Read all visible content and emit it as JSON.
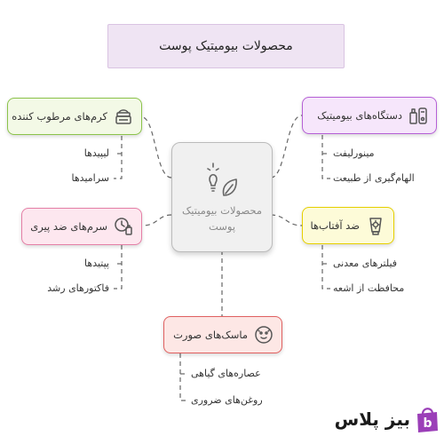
{
  "title": "محصولات بیومیتیک پوست",
  "center": {
    "label": "محصولات بیومیتیک پوست",
    "icon": "lightbulb-leaf-icon"
  },
  "nodes": {
    "moisturizers": {
      "label": "کرم‌های مرطوب کننده",
      "icon": "cream-jar-icon",
      "color": "#8bc34a",
      "items": [
        "لیپیدها",
        "سرامیدها"
      ]
    },
    "anti_aging_serums": {
      "label": "سرم‌های ضد پیری",
      "icon": "serum-bottle-icon",
      "color": "#e57fa6",
      "items": [
        "پپتیدها",
        "فاکتورهای رشد"
      ]
    },
    "face_masks": {
      "label": "ماسک‌های صورت",
      "icon": "face-mask-icon",
      "color": "#e06060",
      "items": [
        "عصاره‌های گیاهی",
        "روغن‌های ضروری"
      ]
    },
    "biomimetic_devices": {
      "label": "دستگاه‌های بیومیتیک",
      "icon": "device-icon",
      "color": "#b55fd6",
      "items": [
        "مینورلیفت",
        "الهام‌گیری از طبیعت"
      ]
    },
    "sunscreens": {
      "label": "ضد آفتاب‌ها",
      "icon": "sunscreen-tube-icon",
      "color": "#e6d000",
      "items": [
        "فیلترهای معدنی",
        "محافظت از اشعه"
      ]
    }
  },
  "brand": {
    "text": "بیز پلاس",
    "icon": "shopping-bag-icon",
    "color": "#9b3fb8"
  }
}
